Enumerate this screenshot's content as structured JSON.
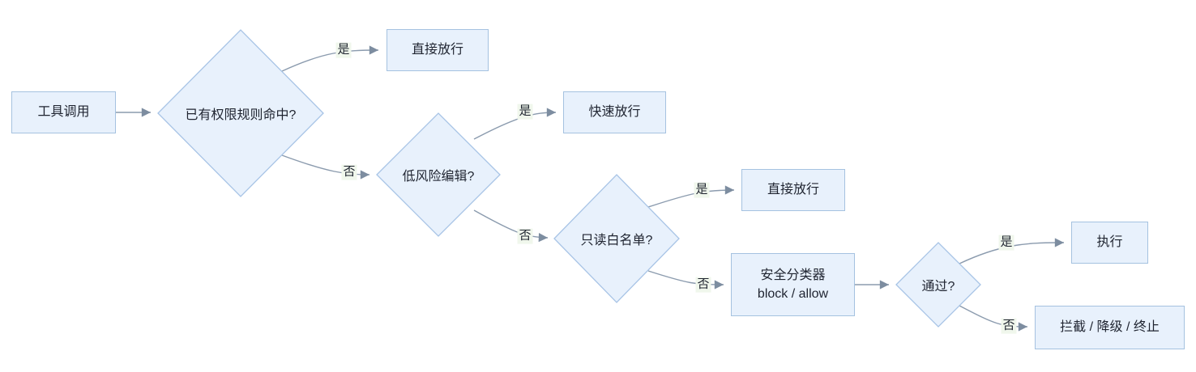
{
  "diagram": {
    "type": "flowchart",
    "direction": "left-to-right",
    "nodes": {
      "start": {
        "label": "工具调用",
        "shape": "rect"
      },
      "perm_check": {
        "label": "已有权限规则命中?",
        "shape": "diamond"
      },
      "pass_direct_1": {
        "label": "直接放行",
        "shape": "rect"
      },
      "low_risk": {
        "label": "低风险编辑?",
        "shape": "diamond"
      },
      "fast_pass": {
        "label": "快速放行",
        "shape": "rect"
      },
      "readonly_whitelist": {
        "label": "只读白名单?",
        "shape": "diamond"
      },
      "pass_direct_2": {
        "label": "直接放行",
        "shape": "rect"
      },
      "classifier": {
        "line1": "安全分类器",
        "line2": "block / allow",
        "shape": "rect"
      },
      "pass_q": {
        "label": "通过?",
        "shape": "diamond"
      },
      "execute": {
        "label": "执行",
        "shape": "rect"
      },
      "block": {
        "label": "拦截 / 降级 / 终止",
        "shape": "rect"
      }
    },
    "edges": [
      {
        "from": "start",
        "to": "perm_check",
        "label": ""
      },
      {
        "from": "perm_check",
        "to": "pass_direct_1",
        "label": "是"
      },
      {
        "from": "perm_check",
        "to": "low_risk",
        "label": "否"
      },
      {
        "from": "low_risk",
        "to": "fast_pass",
        "label": "是"
      },
      {
        "from": "low_risk",
        "to": "readonly_whitelist",
        "label": "否"
      },
      {
        "from": "readonly_whitelist",
        "to": "pass_direct_2",
        "label": "是"
      },
      {
        "from": "readonly_whitelist",
        "to": "classifier",
        "label": "否"
      },
      {
        "from": "classifier",
        "to": "pass_q",
        "label": ""
      },
      {
        "from": "pass_q",
        "to": "execute",
        "label": "是"
      },
      {
        "from": "pass_q",
        "to": "block",
        "label": "否"
      }
    ],
    "colors": {
      "node_fill": "#e8f1fc",
      "node_border": "#a5c2e0",
      "edge_line": "#8b9bae",
      "arrowhead": "#7d8da0",
      "text": "#1f2430",
      "edge_label_bg": "#f0f7ec",
      "background": "#ffffff"
    }
  }
}
